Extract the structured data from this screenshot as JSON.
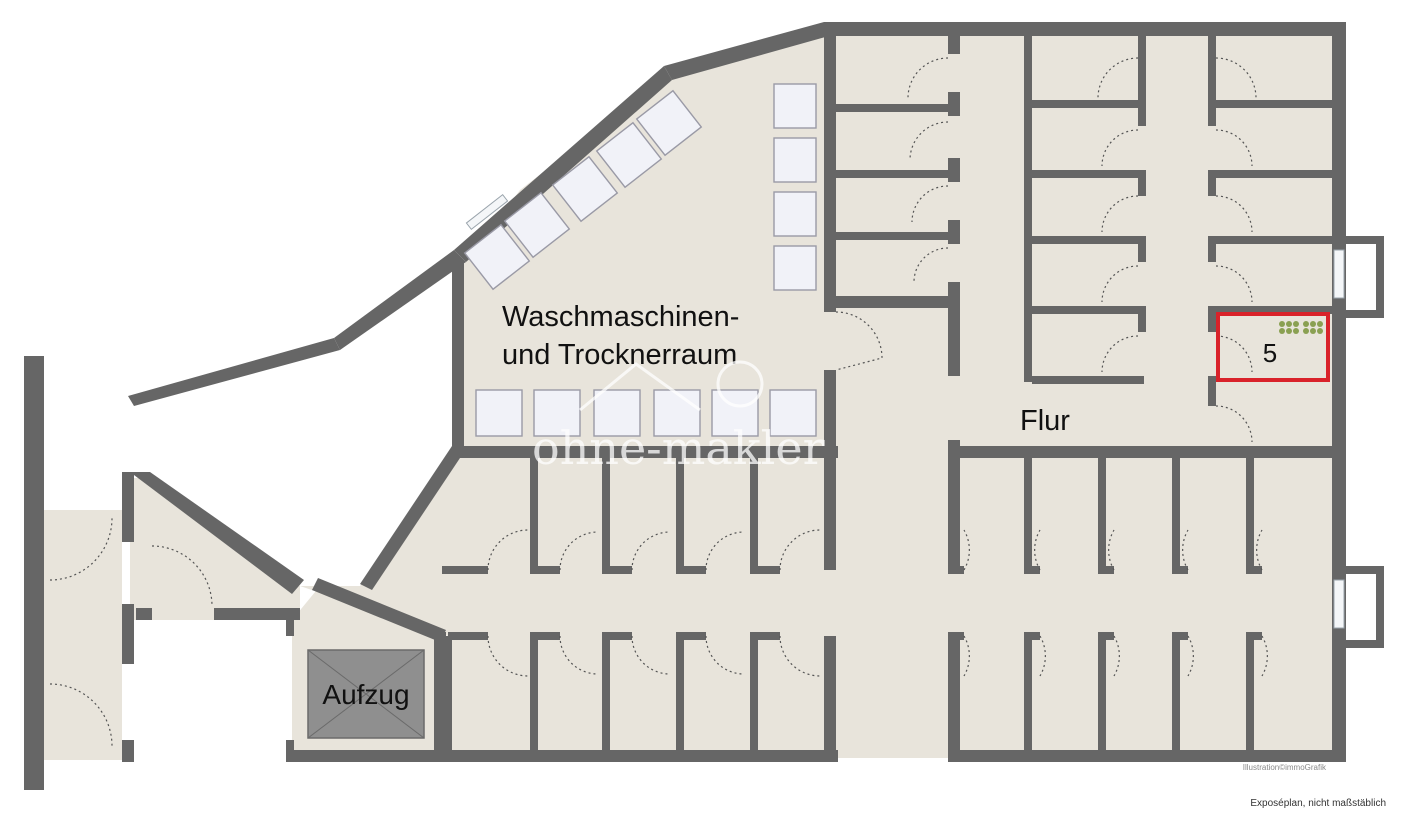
{
  "labels": {
    "laundry_line1": "Waschmaschinen-",
    "laundry_line2": "und Trocknerraum",
    "corridor": "Flur",
    "elevator": "Aufzug",
    "unit_number": "5",
    "watermark": "ohne-makler",
    "credit": "Illustration©immoGrafik",
    "caption": "Exposéplan, nicht maßstäblich"
  },
  "colors": {
    "floor": "#e8e4db",
    "wall": "#666666",
    "highlight": "#d9222a",
    "machine_fill": "#f1f2f8",
    "elevator_fill": "#8f8f8f"
  },
  "icons": {
    "storage_marker": "bottle-rack-icon",
    "elevator": "elevator-cross-icon",
    "washing_machine": "washing-machine-icon"
  }
}
